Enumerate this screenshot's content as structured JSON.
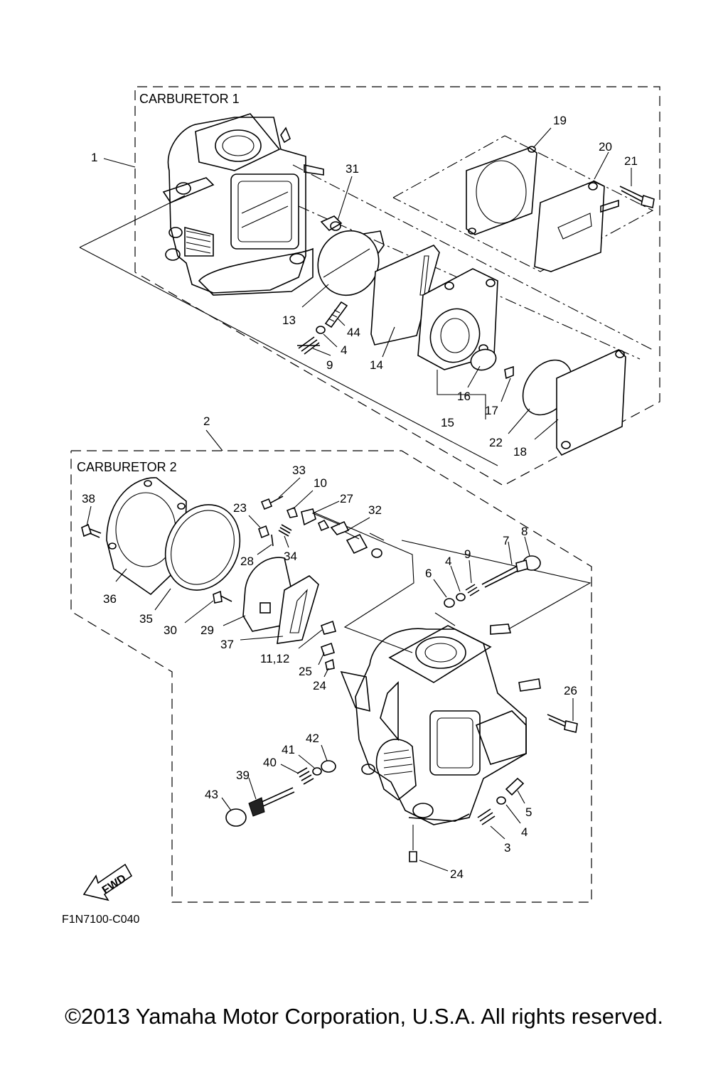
{
  "groups": {
    "carb1_title": "CARBURETOR 1",
    "carb2_title": "CARBURETOR 2"
  },
  "figure_code": "F1N7100-C040",
  "fwd_label": "FWD",
  "copyright": "©2013 Yamaha Motor Corporation, U.S.A. All rights reserved.",
  "callouts": {
    "c1": "1",
    "c2": "2",
    "c31": "31",
    "c19": "19",
    "c20": "20",
    "c21": "21",
    "c13": "13",
    "c44": "44",
    "c4a": "4",
    "c9a": "9",
    "c14": "14",
    "c16": "16",
    "c17": "17",
    "c15": "15",
    "c22": "22",
    "c18": "18",
    "c33": "33",
    "c10": "10",
    "c27": "27",
    "c32": "32",
    "c23": "23",
    "c38": "38",
    "c34": "34",
    "c28": "28",
    "c8": "8",
    "c7": "7",
    "c9b": "9",
    "c4b": "4",
    "c6": "6",
    "c36": "36",
    "c35": "35",
    "c30": "30",
    "c29": "29",
    "c37": "37",
    "c1112": "11,12",
    "c25": "25",
    "c24a": "24",
    "c26": "26",
    "c42": "42",
    "c41": "41",
    "c40": "40",
    "c39": "39",
    "c43": "43",
    "c5": "5",
    "c4c": "4",
    "c3": "3",
    "c24b": "24"
  }
}
